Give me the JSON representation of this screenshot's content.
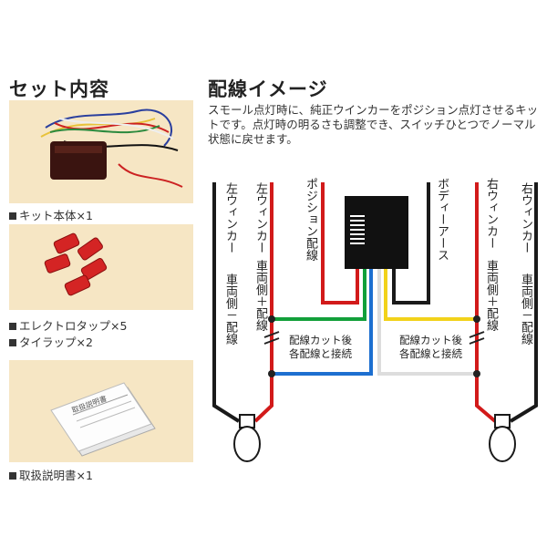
{
  "kit": {
    "title": "セット内容",
    "items": [
      {
        "caption": "キット本体×1"
      },
      {
        "caption": "エレクトロタップ×5"
      },
      {
        "caption": "タイラップ×2"
      },
      {
        "caption": "取扱説明書×1"
      }
    ],
    "manual_label": "取扱説明書"
  },
  "wiring": {
    "title": "配線イメージ",
    "description": "スモール点灯時に、純正ウインカーをポジション点灯させるキットです。点灯時の明るさも調整でき、スイッチひとつでノーマル状態に戻せます。",
    "labels": {
      "left_winker": "左ウィンカー",
      "left_ground": "車両側－配線",
      "left_winker_inner": "左ウィンカー",
      "left_plus": "車両側＋配線",
      "position": "ポジション配線",
      "body_earth": "ボディーアース",
      "right_winker_inner": "右ウィンカー",
      "right_plus": "車両側＋配線",
      "right_winker": "右ウィンカー",
      "right_ground": "車両側－配線"
    },
    "cut_note_line1": "配線カット後",
    "cut_note_line2": "各配線と接続",
    "colors": {
      "black": "#1a1a1a",
      "red": "#d21a1a",
      "green": "#12a03a",
      "blue": "#1d6fd0",
      "yellow": "#f2d21a",
      "white": "#dddddd"
    }
  }
}
